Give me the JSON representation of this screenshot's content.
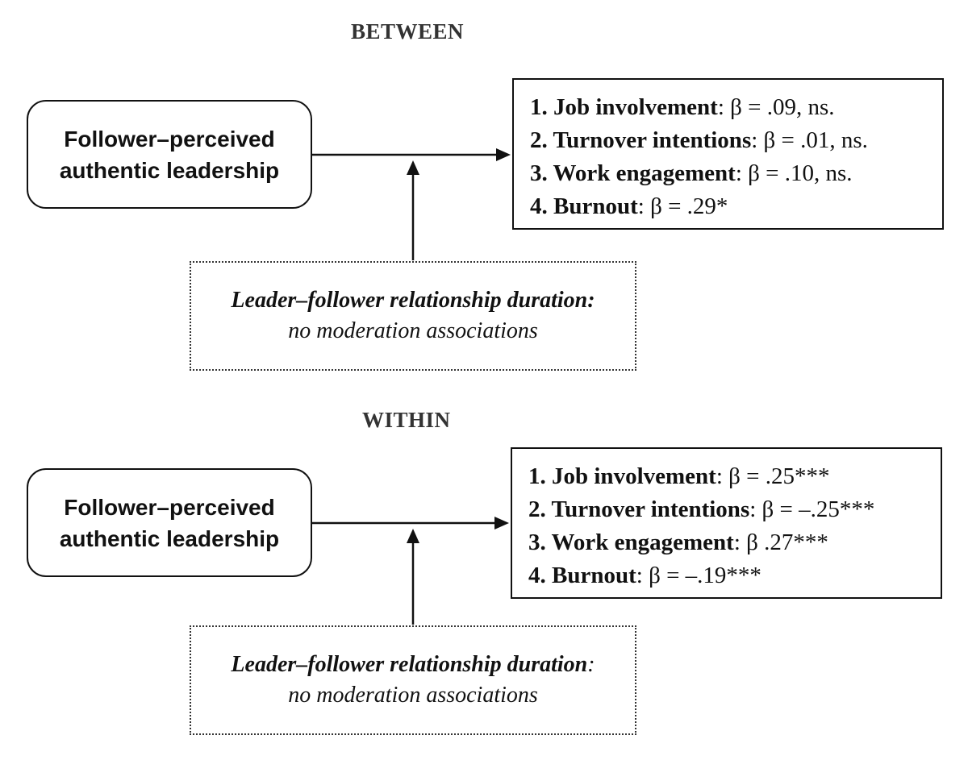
{
  "between": {
    "title": "BETWEEN",
    "predictor": {
      "line1": "Follower–perceived",
      "line2": "authentic leadership"
    },
    "outcomes": [
      {
        "label": "1. Job involvement",
        "stat": ": β = .09, ns."
      },
      {
        "label": "2. Turnover intentions",
        "stat": ": β = .01, ns."
      },
      {
        "label": "3. Work engagement",
        "stat": ": β = .10, ns."
      },
      {
        "label": "4. Burnout",
        "stat": ": β = .29*"
      }
    ],
    "moderator": {
      "label": "Leader–follower relationship duration:",
      "label_suffix": "",
      "note": "no moderation associations"
    }
  },
  "within": {
    "title": "WITHIN",
    "predictor": {
      "line1": "Follower–perceived",
      "line2": "authentic leadership"
    },
    "outcomes": [
      {
        "label": "1. Job involvement",
        "stat": ": β = .25***"
      },
      {
        "label": "2. Turnover intentions",
        "stat": ": β = –.25***"
      },
      {
        "label": "3. Work engagement",
        "stat": ": β .27***"
      },
      {
        "label": "4. Burnout",
        "stat": ": β = –.19***"
      }
    ],
    "moderator": {
      "label": "Leader–follower relationship duration",
      "label_suffix": ":",
      "note": "no moderation associations"
    }
  }
}
